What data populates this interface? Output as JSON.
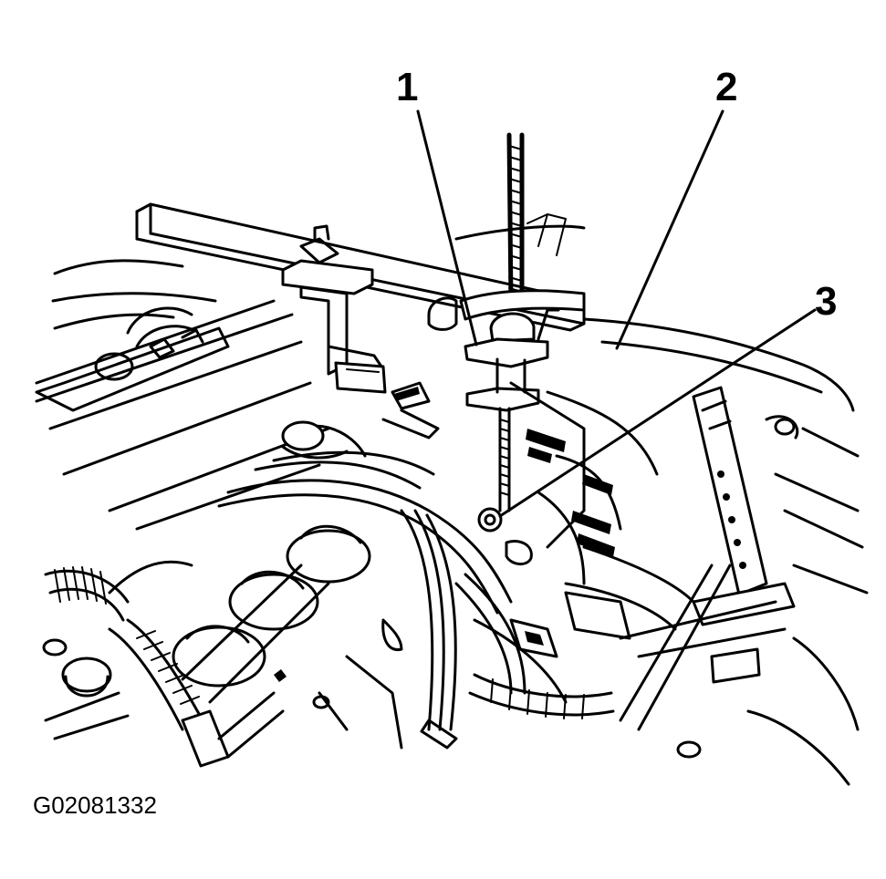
{
  "callouts": {
    "one": "1",
    "two": "2",
    "three": "3"
  },
  "figure_id": "G02081332",
  "colors": {
    "line": "#000000",
    "background": "#ffffff"
  }
}
